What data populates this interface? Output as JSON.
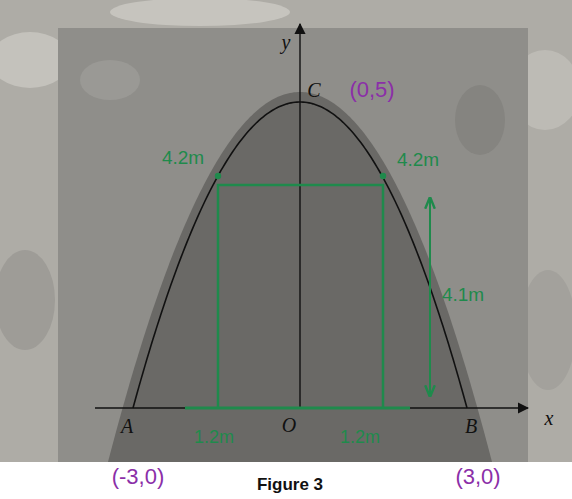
{
  "diagram": {
    "caption": "Figure 3",
    "labels": [
      "y",
      "C",
      "(0,5)",
      "4.2m",
      "4.2m",
      "4.1m",
      "A",
      "O",
      "B",
      "x",
      "1.2m",
      "1.2m",
      "(-3,0)",
      "(3,0)"
    ]
  }
}
